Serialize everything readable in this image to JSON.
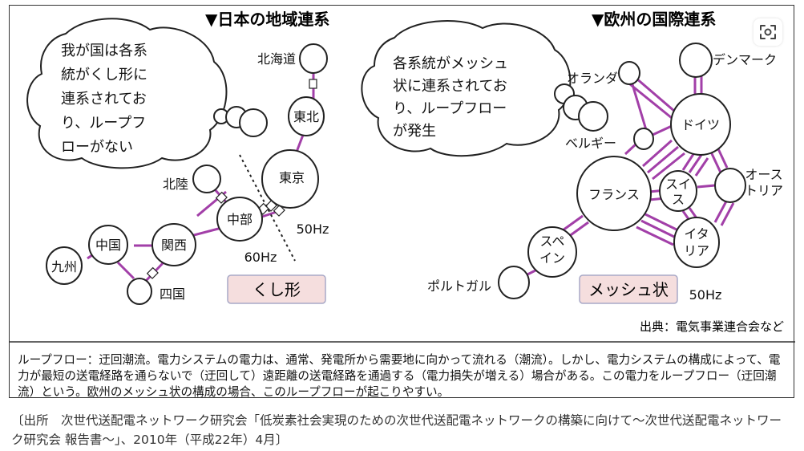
{
  "japan": {
    "title": "▼日本の地域連系",
    "thought": [
      "我が国は各系",
      "統がくし形に",
      "連系されてお",
      "り、ループフ",
      "ローがない"
    ],
    "regions": {
      "hokkaido": "北海道",
      "tohoku": "東北",
      "tokyo": "東京",
      "hokuriku": "北陸",
      "chubu": "中部",
      "kansai": "関西",
      "chugoku": "中国",
      "kyushu": "九州",
      "shikoku": "四国"
    },
    "freq_east": "50Hz",
    "freq_west": "60Hz",
    "badge": "くし形"
  },
  "europe": {
    "title": "▼欧州の国際連系",
    "thought": [
      "各系統がメッシュ",
      "状に連系されてお",
      "り、ループフロー",
      "が発生"
    ],
    "countries": {
      "denmark": "デンマーク",
      "netherlands": "オランダ",
      "germany": "ドイツ",
      "belgium": "ベルギー",
      "france": "フランス",
      "switzerland_1": "スイ",
      "switzerland_2": "ス",
      "austria_1": "オース",
      "austria_2": "トリア",
      "spain_1": "スペ",
      "spain_2": "イン",
      "italy_1": "イタ",
      "italy_2": "リア",
      "portugal": "ポルトガル"
    },
    "badge": "メッシュ状",
    "freq": "50Hz"
  },
  "source_label": "出典：電気事業連合会など",
  "note": "ループフロー：迂回潮流。電力システムの電力は、通常、発電所から需要地に向かって流れる（潮流）。しかし、電力システムの構成によって、電力が最短の送電経路を通らないで（迂回して）遠距離の送電経路を通過する（電力損失が増える）場合がある。この電力をループフロー（迂回潮流）という。欧州のメッシュ状の構成の場合、このループフローが起こりやすい。",
  "caption": "〔出所　次世代送配電ネットワーク研究会「低炭素社会実現のための次世代送配電ネットワークの構築に向けて～次世代送配電ネットワーク研究会 報告書～」、2010年（平成22年）4月〕",
  "colors": {
    "line": "#a23fa8",
    "badge_fill": "#f5dede",
    "badge_border": "#a9a9c7"
  },
  "icons": {
    "lens": "lens-search-icon"
  }
}
